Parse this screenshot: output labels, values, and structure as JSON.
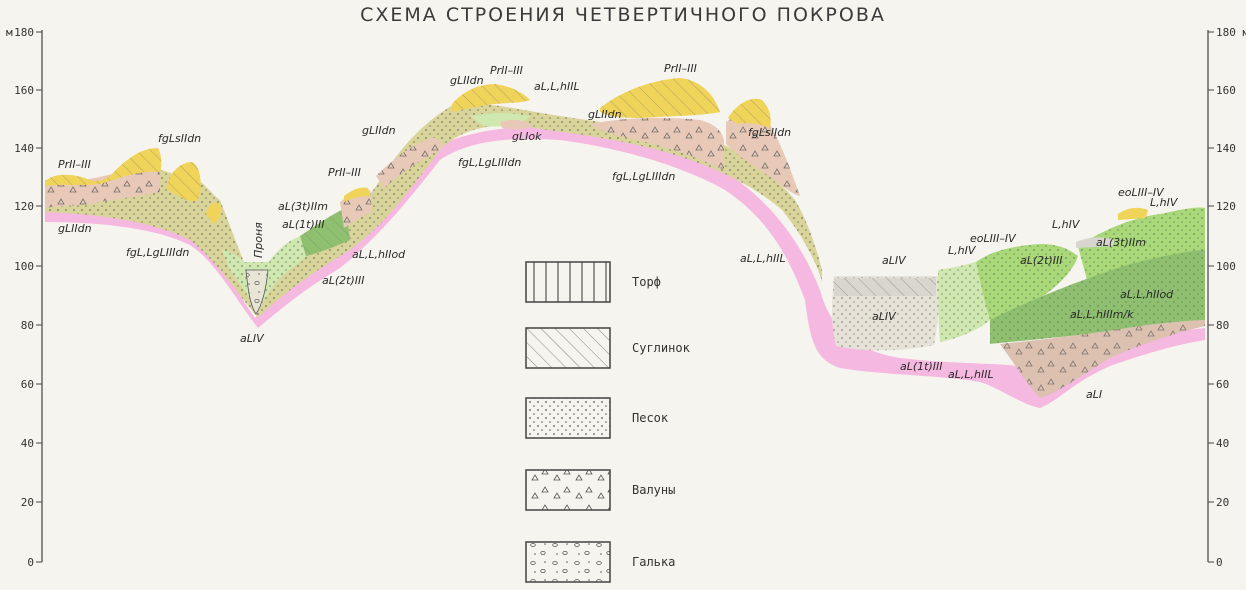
{
  "title": "СХЕМА СТРОЕНИЯ ЧЕТВЕРТИЧНОГО ПОКРОВА",
  "axis": {
    "unit_left": "м",
    "ticks_left": [
      "180",
      "160",
      "140",
      "120",
      "100",
      "80",
      "60",
      "40",
      "20",
      "0"
    ],
    "ticks_right": [
      "180 м",
      "160",
      "140",
      "120",
      "100",
      "80",
      "60",
      "40",
      "20",
      "0"
    ]
  },
  "river_label": "Проня",
  "layer_labels": [
    "PrII–III",
    "fgLsIIdn",
    "gLIIdn",
    "fgL,LgLIIIdn",
    "aLIV",
    "aL(1t)III",
    "aL(3t)IIm",
    "PrII–III",
    "gLIIdn",
    "aL,L,hIIod",
    "aL(2t)III",
    "gLIIdn",
    "PrII–III",
    "aL,L,hIIL",
    "fgL,LgLIIIdn",
    "gLIok",
    "PrII–III",
    "gLIIdn",
    "fgLsIIdn",
    "fgL,LgLIIIdn",
    "aL,L,hIIL",
    "aLIV",
    "aLIV",
    "L,hIV",
    "aL(1t)III",
    "aL,L,hIIL",
    "eoLIII–IV",
    "L,hIV",
    "aL(2t)III",
    "eoLIII–IV",
    "L,hIV",
    "aL(3t)IIm",
    "aL,L,hIIod",
    "aL,L,hIIIm/k",
    "aLI"
  ],
  "legend": [
    {
      "label": "Торф",
      "pattern": "peat"
    },
    {
      "label": "Суглинок",
      "pattern": "loam"
    },
    {
      "label": "Песок",
      "pattern": "sand"
    },
    {
      "label": "Валуны",
      "pattern": "boulders"
    },
    {
      "label": "Галька",
      "pattern": "pebbles"
    }
  ],
  "colors": {
    "yellow": "#f0d45a",
    "tan": "#e8c9b8",
    "olive": "#d9d49a",
    "pink": "#f5b8e0",
    "light_green": "#cfe8b0",
    "green": "#a8d878",
    "dark_green": "#8fc070",
    "grey": "#d8d6cf"
  }
}
